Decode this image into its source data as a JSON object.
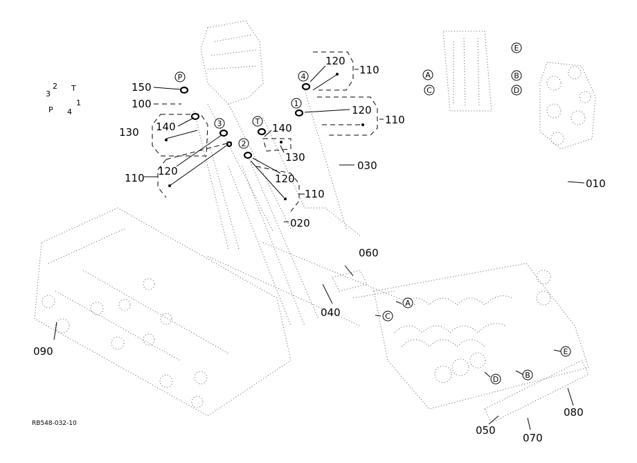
{
  "drawing": {
    "reference": "RB548-032-10",
    "part_labels": {
      "p010": "010",
      "p020": "020",
      "p030": "030",
      "p040": "040",
      "p050": "050",
      "p060": "060",
      "p070": "070",
      "p080": "080",
      "p090": "090",
      "p100": "100",
      "p110": "110",
      "p120": "120",
      "p130": "130",
      "p140": "140",
      "p150": "150"
    },
    "port_letters": {
      "a": "A",
      "b": "B",
      "c": "C",
      "d": "D",
      "e": "E"
    },
    "port_codes": {
      "p": "P",
      "t": "T",
      "n1": "1",
      "n2": "2",
      "n3": "3",
      "n4": "4"
    }
  }
}
